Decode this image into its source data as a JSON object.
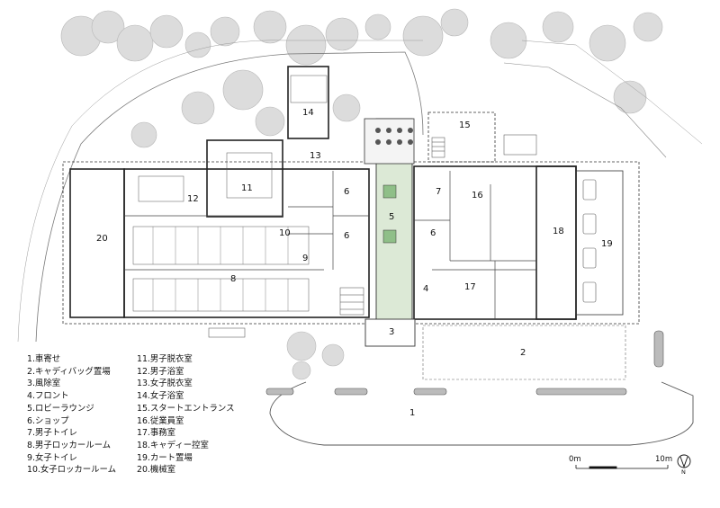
{
  "room_numbers": [
    "1",
    "2",
    "3",
    "4",
    "5",
    "6",
    "7",
    "8",
    "9",
    "10",
    "11",
    "12",
    "13",
    "14",
    "15",
    "16",
    "17",
    "18",
    "19",
    "20"
  ],
  "legend": [
    "1.車寄せ",
    "2.キャディバッグ置場",
    "3.風除室",
    "4.フロント",
    "5.ロビーラウンジ",
    "6.ショップ",
    "7.男子トイレ",
    "8.男子ロッカールーム",
    "9.女子トイレ",
    "10.女子ロッカールーム",
    "11.男子脱衣室",
    "12.男子浴室",
    "13.女子脱衣室",
    "14.女子浴室",
    "15.スタートエントランス",
    "16.従業員室",
    "17.事務室",
    "18.キャディー控室",
    "19.カート置場",
    "20.機械室"
  ],
  "scale": {
    "start_label": "0m",
    "end_label": "10m"
  },
  "north": {
    "label": "N"
  },
  "colors": {
    "lobby_fill": "#dce9d6",
    "tree_fill": "#dcdcdc",
    "line": "#333333"
  }
}
